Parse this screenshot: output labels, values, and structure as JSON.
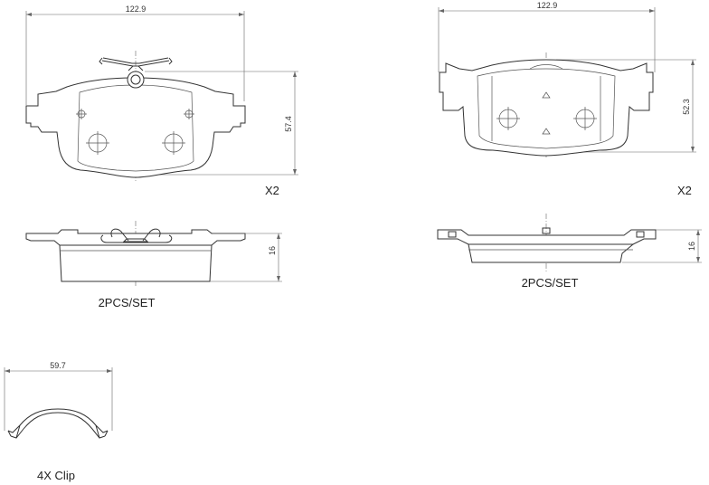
{
  "front_pad": {
    "width_dim": "122.9",
    "height_dim": "57.4",
    "quantity": "X2",
    "thickness_dim": "16",
    "set_label": "2PCS/SET"
  },
  "rear_pad": {
    "width_dim": "122.9",
    "height_dim": "52.3",
    "quantity": "X2",
    "thickness_dim": "16",
    "set_label": "2PCS/SET"
  },
  "clip": {
    "width_dim": "59.7",
    "label": "4X Clip"
  }
}
